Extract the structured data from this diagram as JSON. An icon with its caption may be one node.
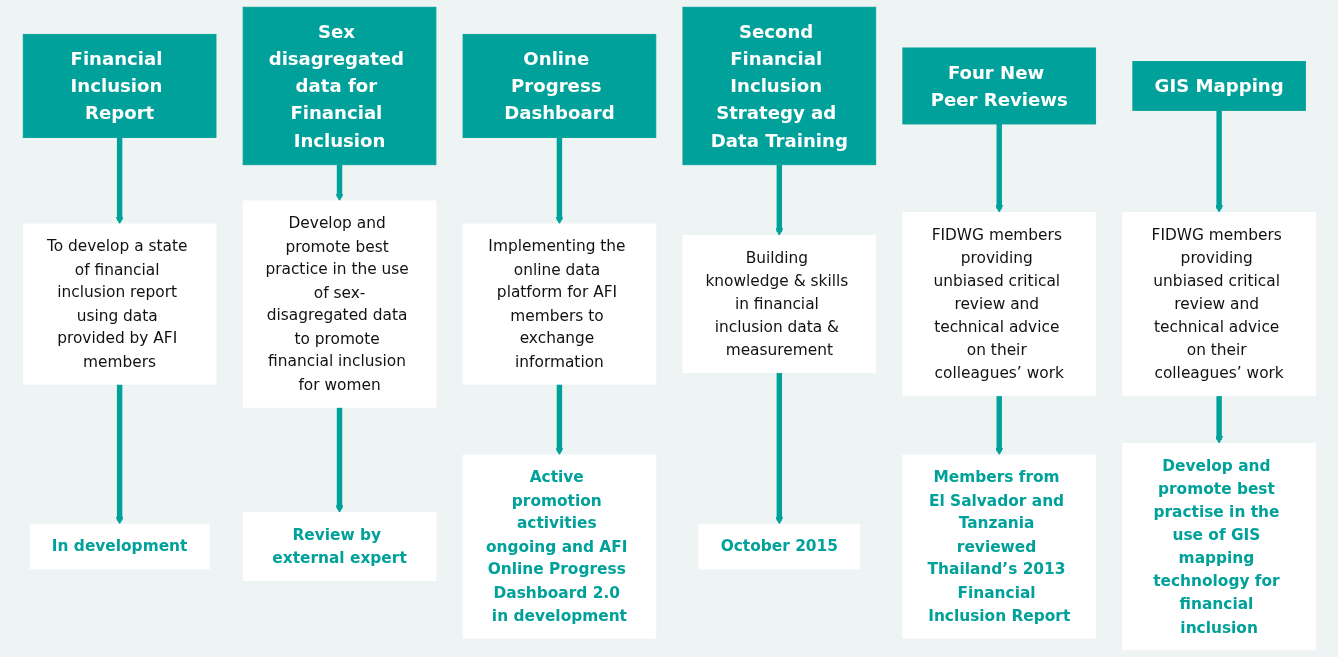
{
  "diagram": {
    "nodes": [
      {
        "text": [
          "Financial Inclusion Report"
        ]
      },
      {
        "text": [
          "To develop a state of financial inclusion report using data provided by AFI members"
        ]
      },
      {
        "text": [
          "In development"
        ]
      },
      {
        "text": [
          "Sex disagregated data for Financial Inclusion"
        ]
      },
      {
        "text": [
          "Develop and promote best practice in the use of sex-disagregated data to promote financial inclusion for women"
        ]
      },
      {
        "text": [
          "Review by external expert"
        ]
      },
      {
        "text": [
          "Online Progress Dashboard"
        ]
      },
      {
        "text": [
          "Implementing the online data platform for AFI members to exchange information"
        ]
      },
      {
        "text": [
          "Active promotion activities ongoing and AFI Online Progress Dashboard 2.0 in development"
        ]
      },
      {
        "text": [
          "Second Financial Inclusion Strategy ad Data Training"
        ]
      },
      {
        "text": [
          "Building knowledge & skills in financial inclusion data & measurement"
        ]
      },
      {
        "text": [
          "October 2015"
        ]
      },
      {
        "text": [
          "Four New Peer Reviews"
        ]
      },
      {
        "text": [
          "FIDWG members providing unbiased critical review and technical advice on their colleagues’ work"
        ]
      },
      {
        "text": [
          "Members from El Salvador and Tanzania reviewed Thailand’s 2013 Financial Inclusion Report"
        ]
      },
      {
        "text": [
          "GIS Mapping"
        ]
      },
      {
        "text": [
          "FIDWG members providing unbiased critical review and technical advice on their colleagues’ work"
        ]
      },
      {
        "text": [
          "Develop and promote best practise in the use of GIS mapping technology for financial inclusion"
        ]
      }
    ],
    "edges": [
      {
        "from": 0,
        "to": 1,
        "arrow": "to"
      },
      {
        "from": 1,
        "to": 2,
        "arrow": "to"
      },
      {
        "from": 3,
        "to": 4,
        "arrow": "to"
      },
      {
        "from": 4,
        "to": 5,
        "arrow": "to"
      },
      {
        "from": 6,
        "to": 7,
        "arrow": "to"
      },
      {
        "from": 7,
        "to": 8,
        "arrow": "to"
      },
      {
        "from": 9,
        "to": 10,
        "arrow": "to"
      },
      {
        "from": 10,
        "to": 11,
        "arrow": "to"
      },
      {
        "from": 12,
        "to": 13,
        "arrow": "to"
      },
      {
        "from": 13,
        "to": 14,
        "arrow": "to"
      },
      {
        "from": 15,
        "to": 16,
        "arrow": "to"
      },
      {
        "from": 16,
        "to": 17,
        "arrow": "to"
      }
    ]
  }
}
